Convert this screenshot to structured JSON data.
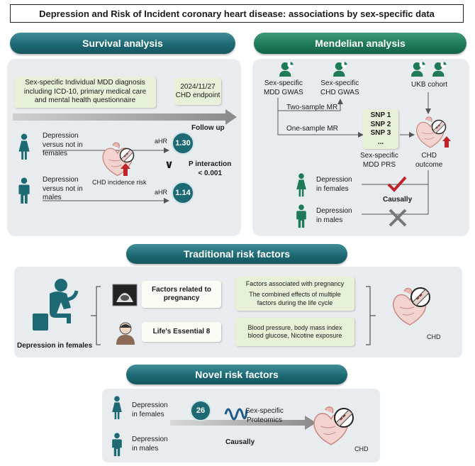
{
  "title": "Depression and Risk of Incident coronary heart disease: associations by sex-specific data",
  "survival": {
    "header": "Survival analysis",
    "diagnosis_box": "Sex-specific Individual MDD diagnosis including ICD-10, primary medical care and mental health questionnaire",
    "date_box": "2024/11/27\nCHD endpoint",
    "follow_up": "Follow up",
    "females_label": "Depression versus not in females",
    "males_label": "Depression versus not in males",
    "aHR_label_f": "aHR",
    "aHR_label_m": "aHR",
    "aHR_females": "1.30",
    "aHR_males": "1.14",
    "comparison": "∨",
    "p_interaction": "P interaction\n< 0.001",
    "chd_incidence": "CHD incidence risk"
  },
  "mendelian": {
    "header": "Mendelian analysis",
    "mdd_gwas": "Sex-specific\nMDD GWAS",
    "chd_gwas": "Sex-specific\nCHD GWAS",
    "ukb": "UKB cohort",
    "two_sample": "Two-sample MR",
    "one_sample": "One-sample MR",
    "snps": [
      "SNP 1",
      "SNP 2",
      "SNP 3",
      "..."
    ],
    "prs": "Sex-specific\nMDD PRS",
    "chd_outcome": "CHD\noutcome",
    "dep_females": "Depression\nin females",
    "dep_males": "Depression\nin males",
    "causally": "Causally"
  },
  "traditional": {
    "header": "Traditional risk factors",
    "person_label": "Depression in females",
    "factor1": "Factors related to\npregnancy",
    "factor2": "Life's Essential 8",
    "detail1a": "Factors associated with pregnancy",
    "detail1b": "The combined effects of multiple factors during the life cycle",
    "detail2": "Blood pressure, body mass index\nblood glucose, Nicotine exposure",
    "chd": "CHD"
  },
  "novel": {
    "header": "Novel risk factors",
    "dep_females": "Depression\nin females",
    "dep_males": "Depression\nin males",
    "count": "26",
    "proteomics": "Sex-specific\nProteomics",
    "causally": "Causally",
    "chd": "CHD"
  },
  "colors": {
    "teal": "#1e6a74",
    "green": "#1f7a58",
    "red": "#c0242b",
    "panel": "#e8ecef",
    "box": "#e6f1d8"
  }
}
